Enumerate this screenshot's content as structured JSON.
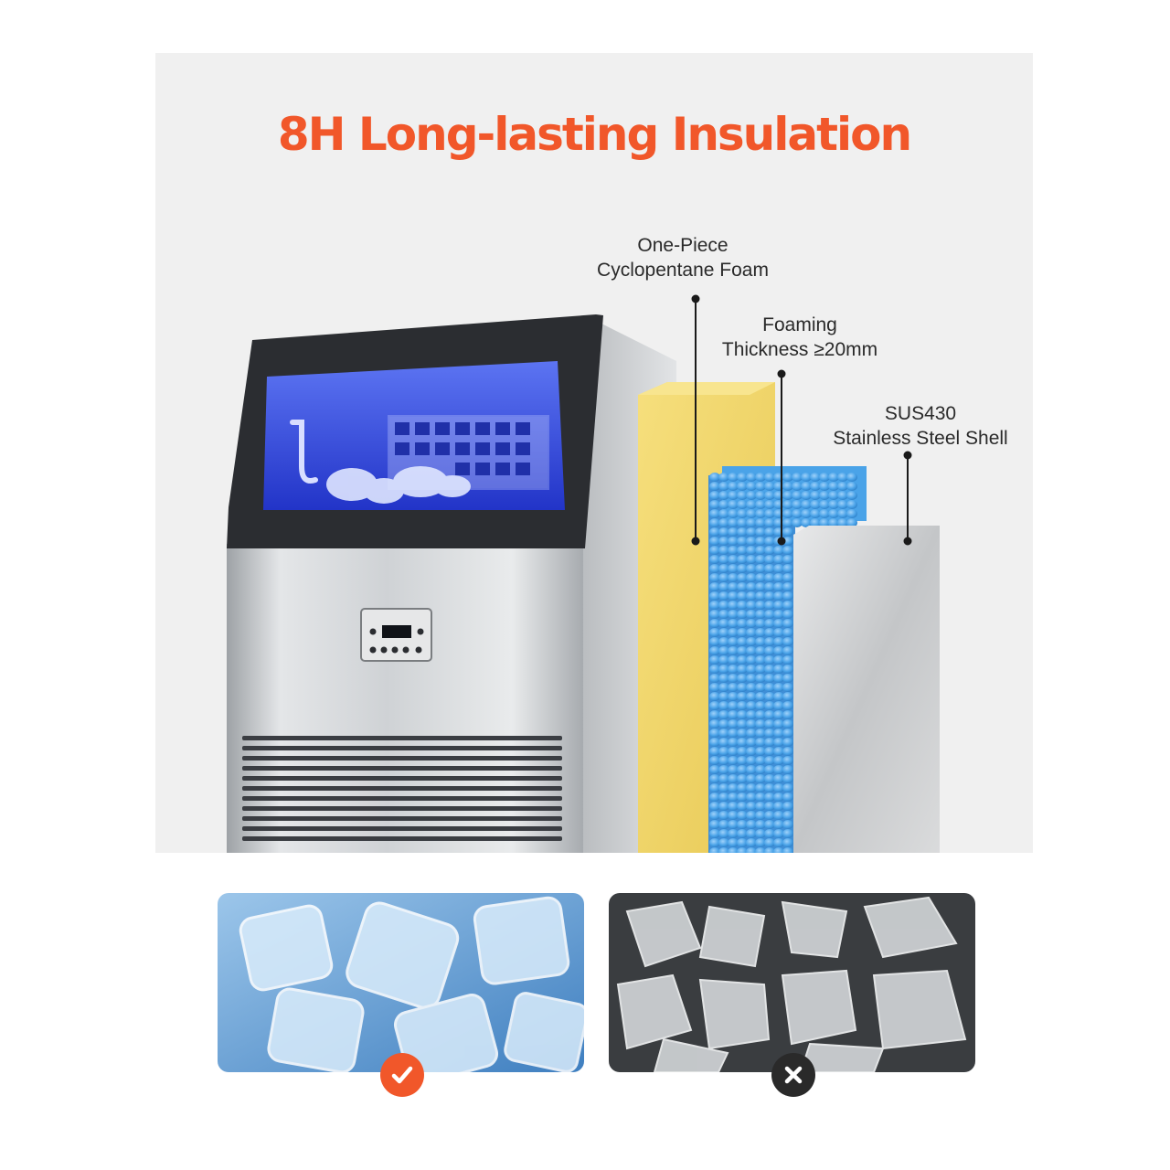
{
  "headline": "8H Long-lasting Insulation",
  "callouts": {
    "foam": {
      "line1": "One-Piece",
      "line2": "Cyclopentane Foam"
    },
    "thickness": {
      "line1": "Foaming",
      "line2": "Thickness ≥20mm"
    },
    "shell": {
      "line1": "SUS430",
      "line2": "Stainless Steel Shell"
    }
  },
  "comparison": {
    "good": {
      "icon": "check-icon",
      "color": "#f1572a"
    },
    "bad": {
      "icon": "close-icon",
      "color": "#2a2a2a"
    }
  },
  "colors": {
    "accent": "#f1572a",
    "panel_bg": "#f0f0f0",
    "foam_yellow": "#f0d468",
    "foam_blue": "#4aa3e8",
    "steel": "#c9cbcd",
    "interior_blue": "#2f48e0"
  }
}
